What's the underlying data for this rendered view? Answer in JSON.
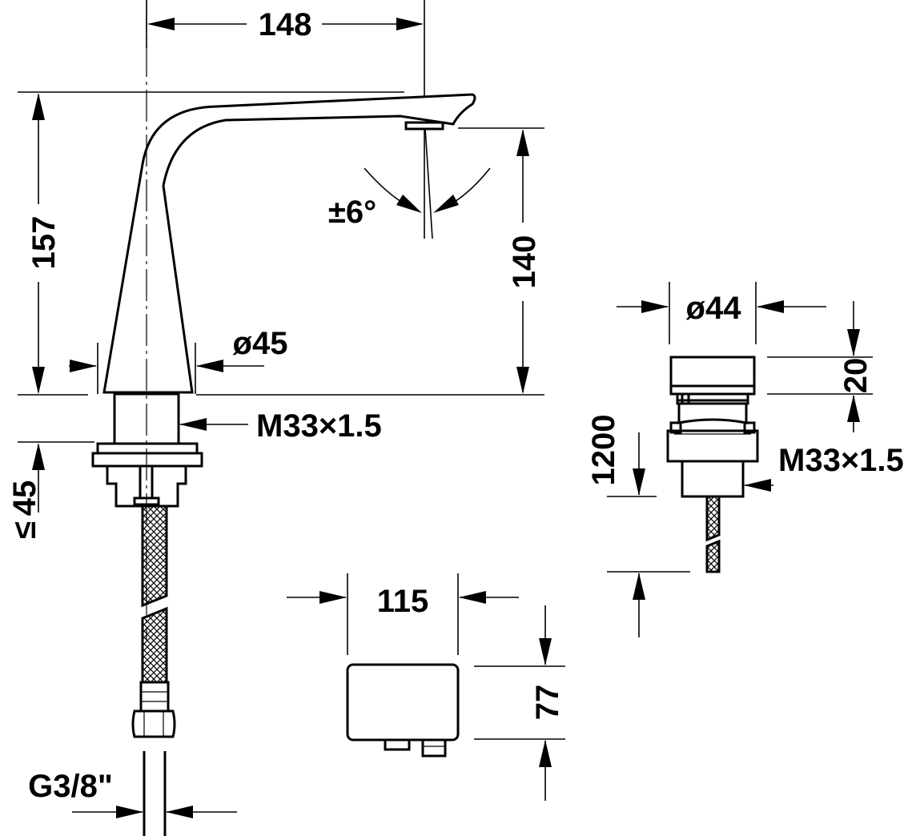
{
  "dimensions": {
    "spout_reach": "148",
    "total_height": "157",
    "outlet_height": "140",
    "spray_angle": "±6°",
    "body_diameter": "ø45",
    "thread_faucet": "M33×1.5",
    "max_deck_thickness": "45",
    "max_deck_symbol": "≤",
    "hose_connection": "G3/8\"",
    "box_width": "115",
    "box_height": "77",
    "unit_diameter": "ø44",
    "unit_height": "20",
    "thread_unit": "M33×1.5",
    "cable_length": "1200"
  }
}
